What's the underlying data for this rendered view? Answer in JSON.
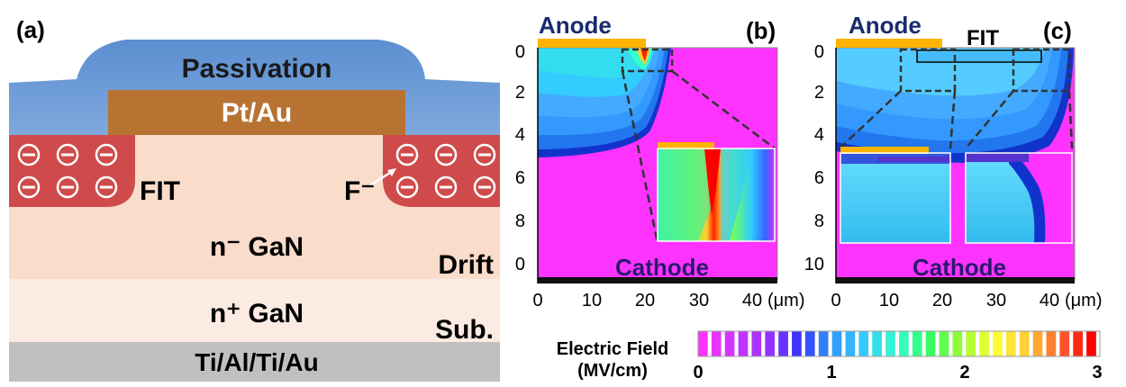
{
  "panel_a": {
    "panel_label": "(a)",
    "passivation": "Passivation",
    "metal": "Pt/Au",
    "fit": "FIT",
    "ion_label": "F⁻",
    "drift_layer": "n⁻ GaN",
    "drift": "Drift",
    "substrate_layer": "n⁺ GaN",
    "substrate": "Sub.",
    "contact": "Ti/Al/Ti/Au",
    "colors": {
      "passivation": "#5b8fd1",
      "metal": "#b87333",
      "fit": "#cf4b4b",
      "drift": "#fadccb",
      "substrate": "#fcebe3",
      "contact": "#c0c0c0"
    }
  },
  "panel_b": {
    "panel_label": "(b)",
    "anode": "Anode",
    "cathode": "Cathode",
    "y_ticks": [
      "0",
      "2",
      "4",
      "6",
      "8",
      "0"
    ],
    "x_ticks": [
      "0",
      "10",
      "20",
      "30",
      "40"
    ],
    "x_unit": "(μm)"
  },
  "panel_c": {
    "panel_label": "(c)",
    "anode": "Anode",
    "fit": "FIT",
    "cathode": "Cathode",
    "y_ticks": [
      "0",
      "2",
      "4",
      "6",
      "8",
      "10"
    ],
    "x_ticks": [
      "0",
      "10",
      "20",
      "30",
      "40"
    ],
    "x_unit": "(μm)"
  },
  "colorbar": {
    "title_line1": "Electric Field",
    "title_line2": "(MV/cm)",
    "ticks": [
      "0",
      "1",
      "2",
      "3"
    ],
    "min": 0,
    "max": 3,
    "colors": [
      "#ff33ff",
      "#cc33ff",
      "#9933ff",
      "#3333ff",
      "#3399ff",
      "#33ccff",
      "#33ffcc",
      "#33ff66",
      "#99ff33",
      "#ffff33",
      "#ffcc33",
      "#ff6633",
      "#ff0000"
    ]
  }
}
